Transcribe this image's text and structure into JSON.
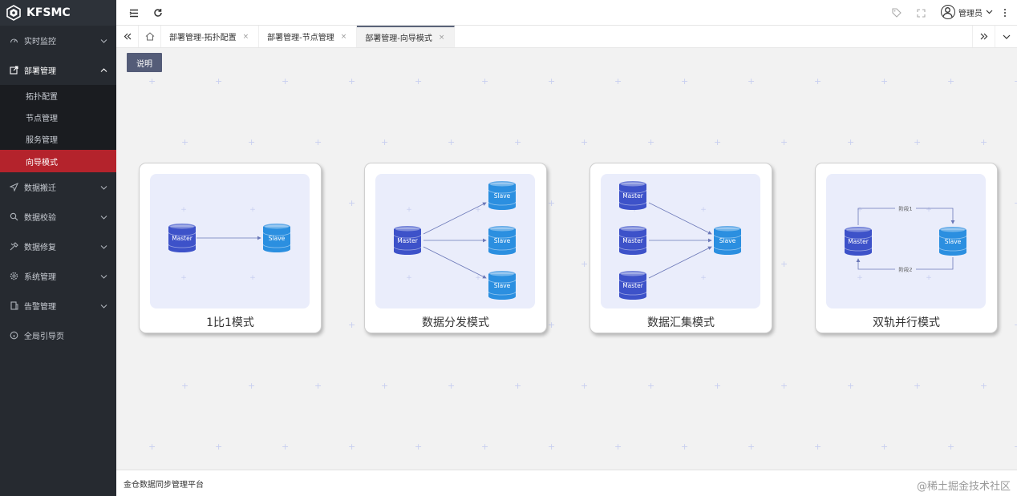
{
  "app": {
    "title": "KFSMC"
  },
  "sidebar": {
    "items": [
      {
        "label": "实时监控",
        "icon": "dashboard-icon",
        "has_children": true,
        "open": false
      },
      {
        "label": "部署管理",
        "icon": "deploy-icon",
        "has_children": true,
        "open": true,
        "children": [
          {
            "label": "拓扑配置",
            "active": false
          },
          {
            "label": "节点管理",
            "active": false
          },
          {
            "label": "服务管理",
            "active": false
          },
          {
            "label": "向导模式",
            "active": true
          }
        ]
      },
      {
        "label": "数据搬迁",
        "icon": "send-icon",
        "has_children": true,
        "open": false
      },
      {
        "label": "数据校验",
        "icon": "search-icon",
        "has_children": true,
        "open": false
      },
      {
        "label": "数据修复",
        "icon": "repair-icon",
        "has_children": true,
        "open": false
      },
      {
        "label": "系统管理",
        "icon": "gear-icon",
        "has_children": true,
        "open": false
      },
      {
        "label": "告警管理",
        "icon": "alarm-icon",
        "has_children": true,
        "open": false
      },
      {
        "label": "全局引导页",
        "icon": "info-icon",
        "has_children": false,
        "open": false
      }
    ]
  },
  "header": {
    "user": "管理员"
  },
  "tabs": [
    {
      "label": "部署管理-拓扑配置",
      "active": false
    },
    {
      "label": "部署管理-节点管理",
      "active": false
    },
    {
      "label": "部署管理-向导模式",
      "active": true
    }
  ],
  "main": {
    "explain_button": "说明",
    "cards": [
      {
        "title": "1比1模式",
        "type": "one-to-one"
      },
      {
        "title": "数据分发模式",
        "type": "distribute"
      },
      {
        "title": "数据汇集模式",
        "type": "collect"
      },
      {
        "title": "双轨并行模式",
        "type": "dual-track"
      }
    ],
    "node_labels": {
      "master": "Master",
      "slave": "Slave",
      "stage1": "阶段1",
      "stage2": "阶段2"
    }
  },
  "footer": {
    "left": "金仓数据同步管理平台",
    "right": "@稀土掘金技术社区"
  },
  "colors": {
    "sidebar_bg": "#262a30",
    "active_red": "#b4232c",
    "master": "#3d52c9",
    "slave": "#2b8fe0",
    "diagram_bg": "#eaedfb"
  }
}
